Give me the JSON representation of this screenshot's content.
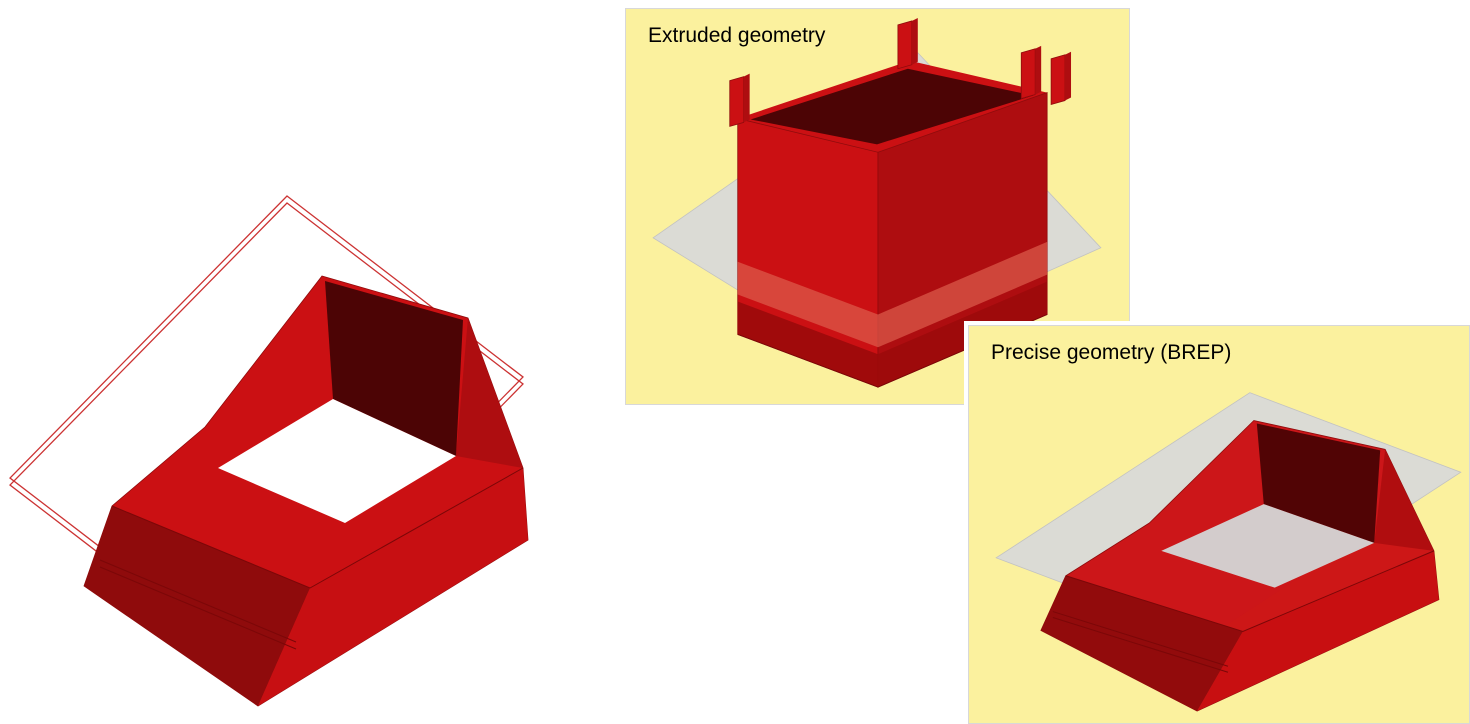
{
  "figure": {
    "panels": [
      {
        "id": "extruded",
        "label": "Extruded geometry"
      },
      {
        "id": "brep",
        "label": "Precise geometry (BREP)"
      }
    ],
    "objects": [
      {
        "id": "wireframe-solid",
        "description": "red solid with wireframe profile plane"
      },
      {
        "id": "extruded-solid",
        "description": "extruded red geometry intersected by gray plane"
      },
      {
        "id": "brep-solid",
        "description": "precise BREP red geometry intersected by gray plane"
      }
    ],
    "colors": {
      "background": "#ffffff",
      "panel_bg": "#fbf19e",
      "panel_border": "#d8d8d8",
      "solid_red": "#cb1013",
      "solid_red_front": "#c70f12",
      "solid_red_mid": "#ae0d10",
      "solid_red_dark": "#8f0b0c",
      "interior_dark": "#4c0405",
      "band_red": "#dd5b4b",
      "base_red": "#9c0a0b",
      "edge_red": "#7b0708",
      "wireframe_red": "#cc3333",
      "plane_gray": "#d9d9d9",
      "plane_edge": "#c2c2c2",
      "hole_white": "#ffffff",
      "hole_gray": "#d3d3d3",
      "label_text": "#000000"
    }
  }
}
